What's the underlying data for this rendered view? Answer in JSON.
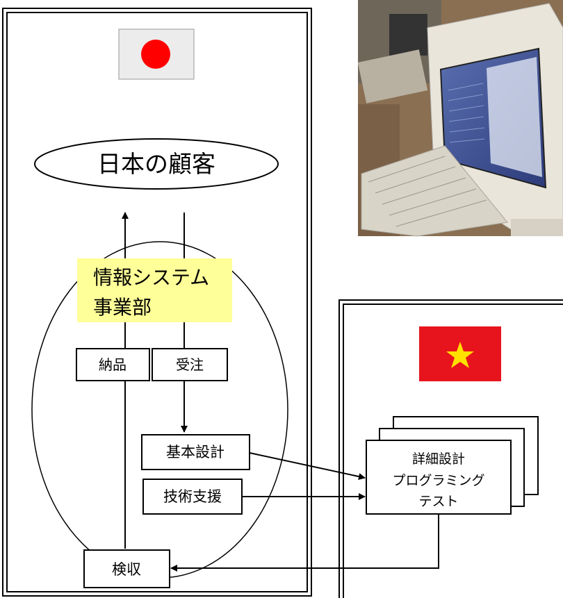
{
  "japan": {
    "flag": {
      "icon": "japan-flag-icon",
      "field_color": "#ececec",
      "disc_color": "#ff0000"
    },
    "customer_label": "日本の顧客",
    "division_label_line1": "情報システム",
    "division_label_line2": "事業部",
    "division_highlight": "#ffff99",
    "delivery_label": "納品",
    "order_label": "受注",
    "basic_design_label": "基本設計",
    "tech_support_label": "技術支援",
    "acceptance_label": "検収"
  },
  "vietnam": {
    "flag": {
      "icon": "vietnam-flag-icon",
      "field_color": "#e8141d",
      "star_color": "#ffe000"
    },
    "work_line1": "詳細設計",
    "work_line2": "プログラミング",
    "work_line3": "テスト"
  },
  "photo": {
    "icon": "computer-monitor-photo"
  }
}
